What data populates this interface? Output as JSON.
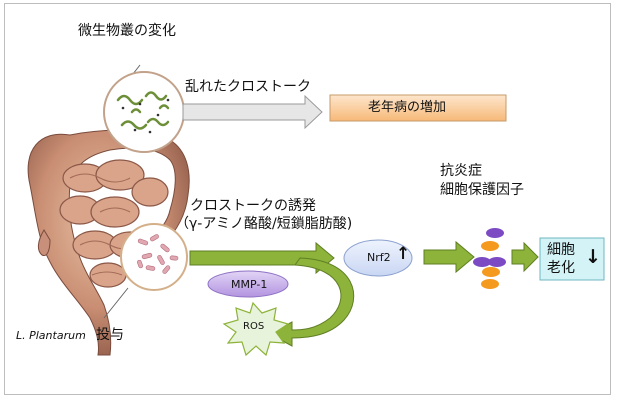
{
  "labels": {
    "microbiome_change": "微生物叢の変化",
    "disordered_crosstalk": "乱れたクロストーク",
    "aging_disease_increase": "老年病の増加",
    "crosstalk_induction": "クロストークの誘発",
    "metabolites": "（γ-アミノ酪酸/短鎖脂肪酸)",
    "antiinflammatory": "抗炎症",
    "cytoprotective_factor": "細胞保護因子",
    "nrf2": "Nrf2",
    "nrf2_arrow": "↑",
    "mmp1": "MMP-1",
    "ros": "ROS",
    "cell_aging_line1": "細胞",
    "cell_aging_line2": "老化",
    "cell_aging_arrow": "↓",
    "species": "L. Plantarum",
    "administration": "投与"
  },
  "colors": {
    "green_arrow": "#8db33a",
    "gray_arrow": "#d8d8d8",
    "orange_box": "#fbd3a8",
    "cyan_box": "#c9f0f5",
    "nrf2_oval": "#dfe8fb",
    "mmp1_oval": "#c9b3ea",
    "ros_star": "#e4f2d6",
    "purple_dot": "#7c4bc3",
    "orange_dot": "#f39a1f"
  }
}
